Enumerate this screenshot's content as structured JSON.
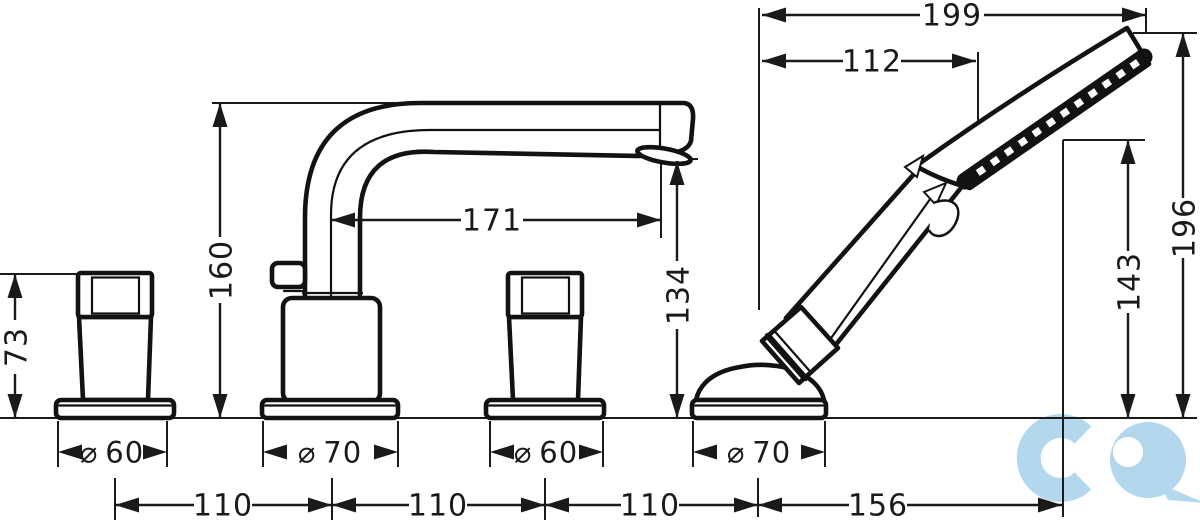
{
  "dims": {
    "dia": "⌀",
    "total_reach": "199",
    "head_offset": "112",
    "total_height": "196",
    "spray_height": "143",
    "spout_reach": "171",
    "spout_height": "160",
    "outlet_height": "134",
    "handle_height": "73",
    "handle_left_dia": "60",
    "spout_dia": "70",
    "handle_right_dia": "60",
    "shower_dia": "70",
    "spacing_1": "110",
    "spacing_2": "110",
    "spacing_3": "110",
    "shower_offset": "156"
  },
  "watermark": {
    "color": "#b3d8ee"
  }
}
